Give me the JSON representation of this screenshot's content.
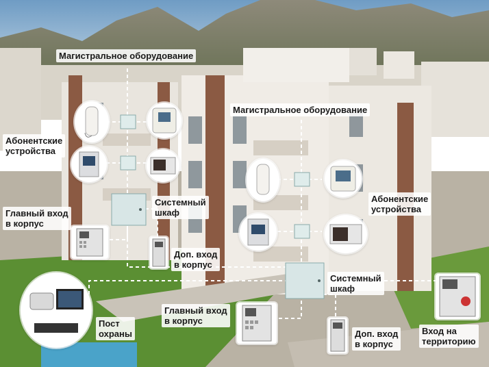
{
  "labels": {
    "trunk_top": "Магистральное оборудование",
    "trunk_mid": "Магистральное оборудование",
    "subscriber_left": "Абонентские\nустройства",
    "subscriber_right": "Абонентские\nустройства",
    "main_entrance_left": "Главный вход\nв корпус",
    "cabinet_left": "Системный\nшкаф",
    "extra_entrance_left": "Доп. вход\nв корпус",
    "cabinet_right": "Системный\nшкаф",
    "guard_post": "Пост\nохраны",
    "main_entrance_bottom": "Главный вход\nв корпус",
    "extra_entrance_bottom": "Доп. вход\nв корпус",
    "territory_entrance": "Вход на\nтерриторию"
  },
  "colors": {
    "sky": "#9fc3dc",
    "mountain": "#7d7a6a",
    "building": "#eae6df",
    "building_brown": "#8b5a43",
    "grass": "#5b8f33",
    "pavement": "#c9c3b8",
    "connector": "#ffffff",
    "cabinet": "#d8e6e6"
  },
  "icons": [
    "handset-phone-icon",
    "video-monitor-icon",
    "junction-box-icon",
    "system-cabinet-icon",
    "door-panel-icon",
    "guard-station-icon"
  ]
}
